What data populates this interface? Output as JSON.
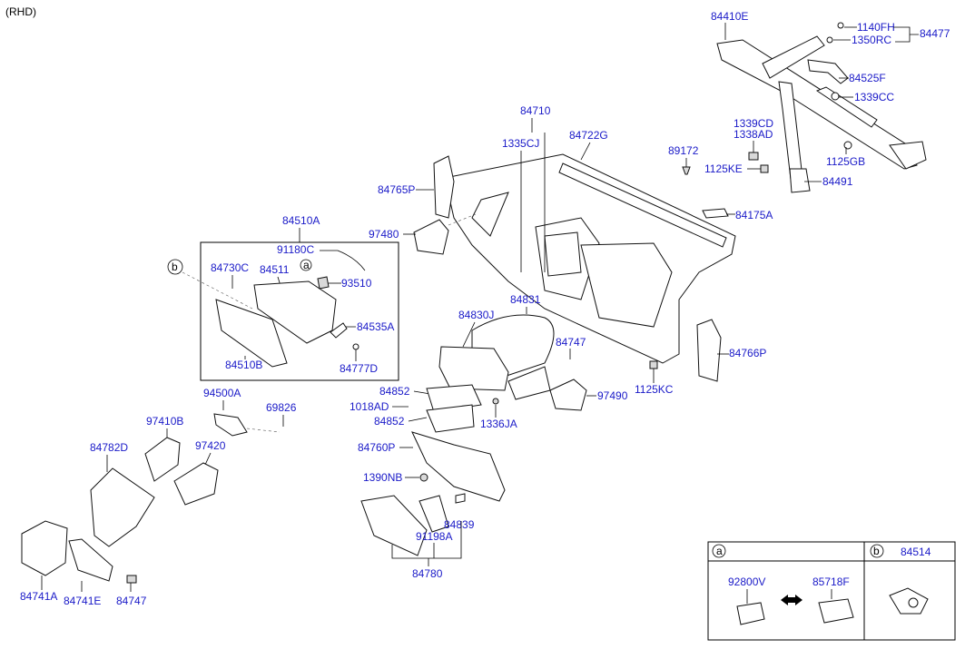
{
  "variant": "(RHD)",
  "labels": {
    "p84410E": "84410E",
    "p1140FH": "1140FH",
    "p1350RC": "1350RC",
    "p84477": "84477",
    "p84525F": "84525F",
    "p1339CC": "1339CC",
    "p1339CD": "1339CD",
    "p1338AD": "1338AD",
    "p1125GB": "1125GB",
    "p89172": "89172",
    "p1125KE": "1125KE",
    "p84491": "84491",
    "p84175A": "84175A",
    "p84710": "84710",
    "p1335CJ": "1335CJ",
    "p84722G": "84722G",
    "p84765P": "84765P",
    "p97480": "97480",
    "p84510A": "84510A",
    "p91180C": "91180C",
    "p84730C": "84730C",
    "p84511": "84511",
    "p93510": "93510",
    "p84535A": "84535A",
    "p84510B": "84510B",
    "p84777D": "84777D",
    "p84831": "84831",
    "p84830J": "84830J",
    "p84747a": "84747",
    "p84766P": "84766P",
    "p1125KC": "1125KC",
    "p97490": "97490",
    "p84852a": "84852",
    "p1018AD": "1018AD",
    "p84852b": "84852",
    "p1336JA": "1336JA",
    "p84760P": "84760P",
    "p1390NB": "1390NB",
    "p94500A": "94500A",
    "p69826": "69826",
    "p97410B": "97410B",
    "p97420": "97420",
    "p84782D": "84782D",
    "p84839": "84839",
    "p91198A": "91198A",
    "p84780": "84780",
    "p84741A": "84741A",
    "p84741E": "84741E",
    "p84747b": "84747"
  },
  "callouts": {
    "a": "a",
    "b": "b"
  },
  "legend": {
    "a_marker": "a",
    "b_marker": "b",
    "b_part": "84514",
    "a_left_part": "92800V",
    "a_right_part": "85718F"
  }
}
